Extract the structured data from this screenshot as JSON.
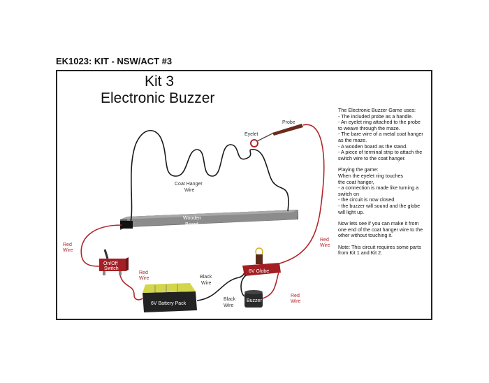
{
  "header": "EK1023: KIT - NSW/ACT #3",
  "title_line1": "Kit 3",
  "title_line2": "Electronic Buzzer",
  "description": {
    "uses_heading": "The Electronic Buzzer Game uses:",
    "uses": [
      "- The included probe as a handle.",
      "- An eyelet ring attached to the probe",
      "to weave through the maze.",
      "- The bare wire of a metal coat hanger",
      "as the maze.",
      "- A wooden board as the stand.",
      "- A piece of terminal strip to attach the",
      "switch wire to the coat hanger."
    ],
    "playing_heading": "Playing the game:",
    "playing": [
      "When the eyelet ring touches",
      "the coat hanger,",
      "- a connection is made like turning a",
      "switch on",
      "- the circuit is now closed",
      "- the buzzer will sound and the globe",
      "will light up."
    ],
    "challenge": [
      "Now lets see if you can make it from",
      "one end of the coat hanger wire to the",
      "other without touching it."
    ],
    "note": [
      "Note: This circuit requires some parts",
      "from Kit 1 and Kit 2."
    ]
  },
  "labels": {
    "probe": "Probe",
    "eyelet": "Eyelet",
    "coat_hanger_1": "Coat Hanger",
    "coat_hanger_2": "Wire",
    "wooden_1": "Wooden",
    "wooden_2": "Board",
    "red_wire_left_1": "Red",
    "red_wire_left_2": "Wire",
    "switch_1": "On/Off",
    "switch_2": "Switch",
    "red_wire_mid_1": "Red",
    "red_wire_mid_2": "Wire",
    "battery": "6V Battery Pack",
    "black_wire_1_a": "Black",
    "black_wire_1_b": "Wire",
    "black_wire_2_a": "Black",
    "black_wire_2_b": "Wire",
    "globe": "6V Globe",
    "buzzer": "Buzzer",
    "red_wire_right_1": "Red",
    "red_wire_right_2": "Wire",
    "red_wire_bottom_1": "Red",
    "red_wire_bottom_2": "Wire"
  },
  "colors": {
    "red_wire": "#b3262a",
    "black_wire": "#1a1a1a",
    "board": "#8c8c8c",
    "switch_body": "#a31f24",
    "battery_body": "#d4d64a",
    "globe_base": "#a31f24",
    "label_red": "#b3262a"
  }
}
